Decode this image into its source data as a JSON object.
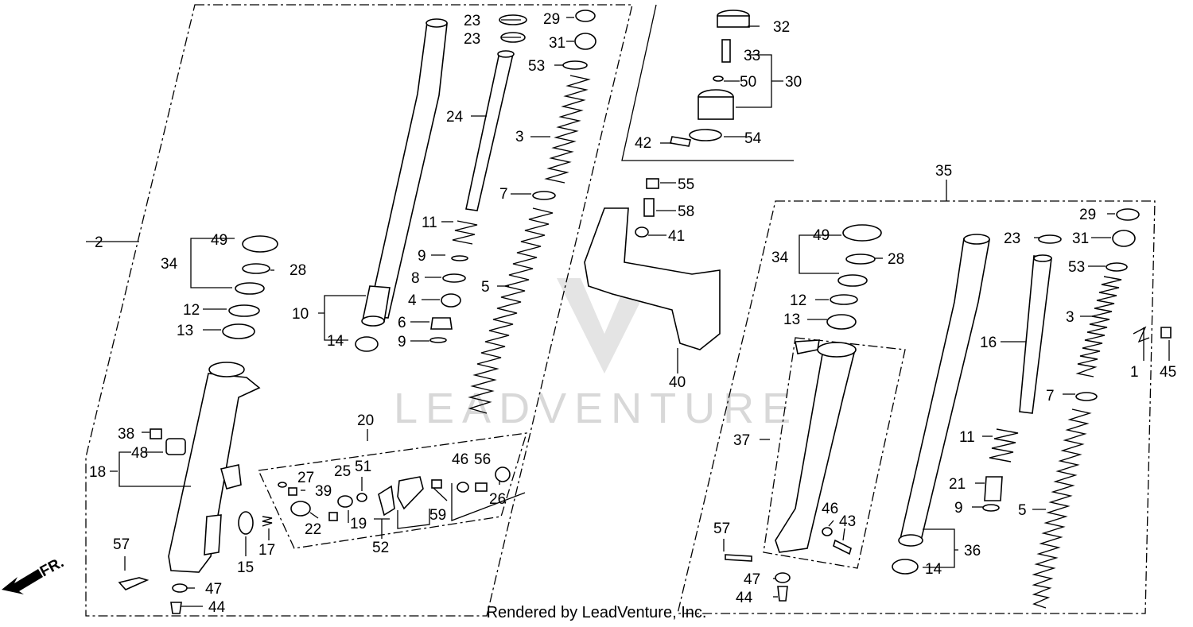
{
  "watermark": "LEADVENTURE",
  "footer": "Rendered by LeadVenture, Inc.",
  "direction_marker": "FR.",
  "callouts": {
    "c1": "1",
    "c2": "2",
    "c3a": "3",
    "c3b": "3",
    "c4": "4",
    "c5a": "5",
    "c5b": "5",
    "c6": "6",
    "c7a": "7",
    "c7b": "7",
    "c8": "8",
    "c9a": "9",
    "c9b": "9",
    "c9c": "9",
    "c10": "10",
    "c11a": "11",
    "c11b": "11",
    "c12a": "12",
    "c12b": "12",
    "c13a": "13",
    "c13b": "13",
    "c14a": "14",
    "c14b": "14",
    "c15": "15",
    "c16": "16",
    "c17": "17",
    "c18": "18",
    "c19": "19",
    "c20": "20",
    "c21": "21",
    "c22": "22",
    "c23a": "23",
    "c23b": "23",
    "c23c": "23",
    "c24": "24",
    "c25": "25",
    "c26": "26",
    "c27": "27",
    "c28a": "28",
    "c28b": "28",
    "c29a": "29",
    "c29b": "29",
    "c30": "30",
    "c31a": "31",
    "c31b": "31",
    "c32": "32",
    "c33": "33",
    "c34a": "34",
    "c34b": "34",
    "c35": "35",
    "c36": "36",
    "c37": "37",
    "c38": "38",
    "c39": "39",
    "c40": "40",
    "c41": "41",
    "c42": "42",
    "c43": "43",
    "c44a": "44",
    "c44b": "44",
    "c45": "45",
    "c46a": "46",
    "c46b": "46",
    "c47a": "47",
    "c47b": "47",
    "c48": "48",
    "c49a": "49",
    "c49b": "49",
    "c50": "50",
    "c51": "51",
    "c52": "52",
    "c53a": "53",
    "c53b": "53",
    "c54": "54",
    "c55": "55",
    "c56": "56",
    "c57a": "57",
    "c57b": "57",
    "c58": "58",
    "c59": "59"
  }
}
